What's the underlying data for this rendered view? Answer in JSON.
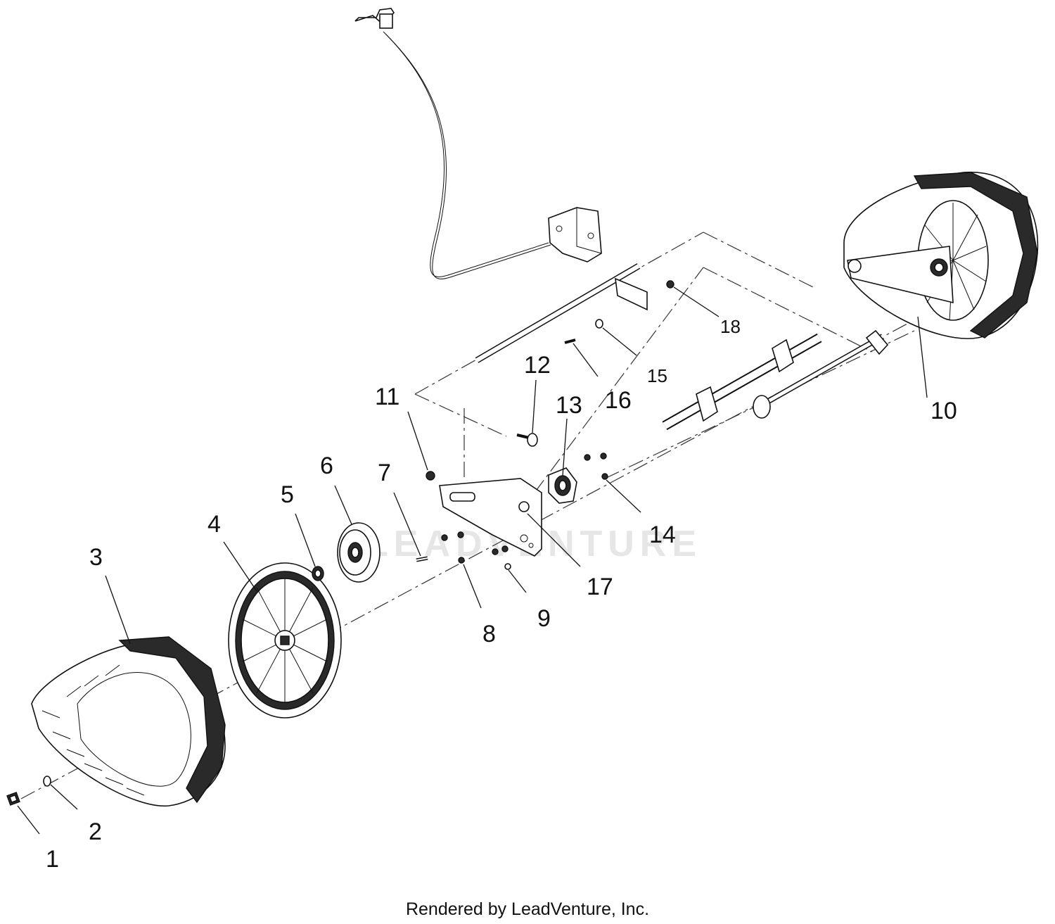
{
  "diagram": {
    "watermark_text": "LEADVENTURE",
    "callouts": [
      {
        "id": "1",
        "label": "1"
      },
      {
        "id": "2",
        "label": "2"
      },
      {
        "id": "3",
        "label": "3"
      },
      {
        "id": "4",
        "label": "4"
      },
      {
        "id": "5",
        "label": "5"
      },
      {
        "id": "6",
        "label": "6"
      },
      {
        "id": "7",
        "label": "7"
      },
      {
        "id": "8",
        "label": "8"
      },
      {
        "id": "9",
        "label": "9"
      },
      {
        "id": "10",
        "label": "10"
      },
      {
        "id": "11",
        "label": "11"
      },
      {
        "id": "12",
        "label": "12"
      },
      {
        "id": "13",
        "label": "13"
      },
      {
        "id": "14",
        "label": "14"
      },
      {
        "id": "15",
        "label": "15"
      },
      {
        "id": "16",
        "label": "16"
      },
      {
        "id": "17",
        "label": "17"
      },
      {
        "id": "18",
        "label": "18"
      }
    ]
  },
  "footer": {
    "text": "Rendered by LeadVenture, Inc."
  }
}
